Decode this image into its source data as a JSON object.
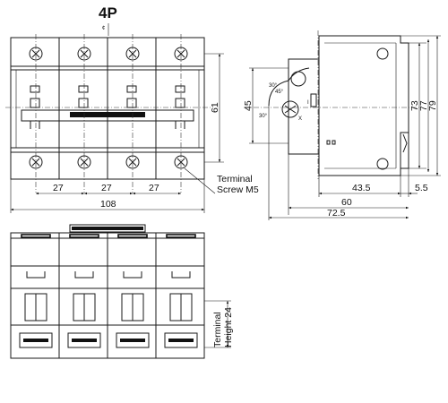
{
  "title": "4P",
  "center_mark": "¢",
  "front": {
    "pitch_labels": [
      "27",
      "27",
      "27"
    ],
    "width_label": "108",
    "height_label": "61",
    "terminal_label": [
      "Terminal",
      "Screw M5"
    ]
  },
  "side": {
    "dims": [
      "43.5",
      "5.5",
      "60",
      "72.5"
    ],
    "heights": [
      "73",
      "77",
      "79"
    ],
    "offset_label": "45",
    "angles": [
      "30°",
      "30°",
      "45°"
    ],
    "marks": [
      "I",
      "X"
    ]
  },
  "bottom": {
    "terminal_label": [
      "Terminal",
      "Height 24"
    ]
  }
}
